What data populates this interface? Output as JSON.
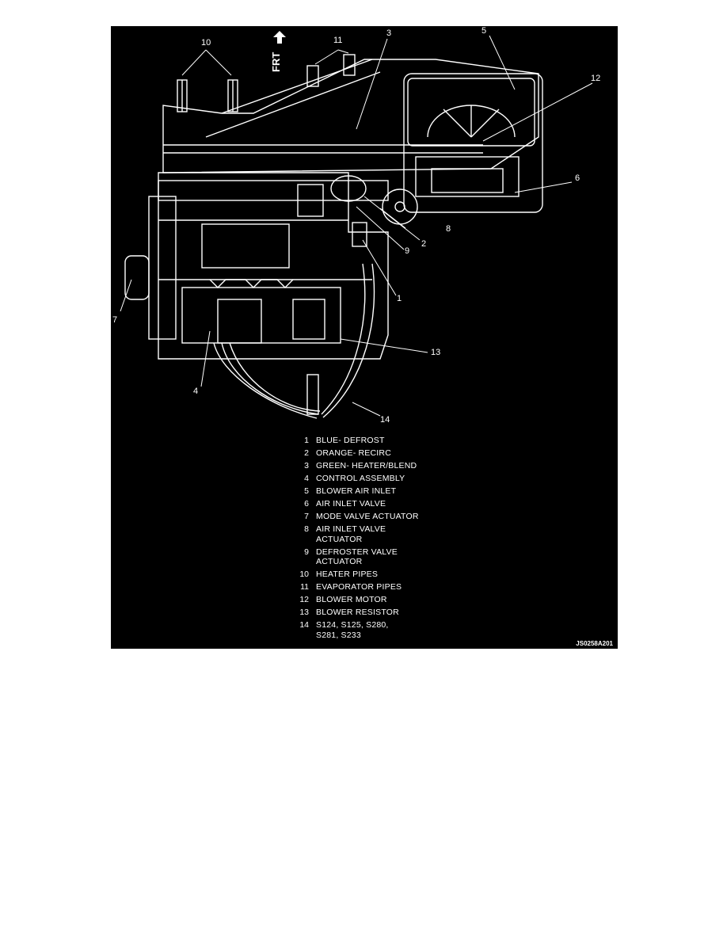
{
  "figure": {
    "front_label": "FRT",
    "image_code": "JS0258A201",
    "callouts": [
      "10",
      "11",
      "3",
      "5",
      "12",
      "6",
      "8",
      "2",
      "9",
      "1",
      "7",
      "13",
      "4",
      "14"
    ]
  },
  "legend": [
    {
      "num": "1",
      "text": "BLUE- DEFROST"
    },
    {
      "num": "2",
      "text": "ORANGE- RECIRC"
    },
    {
      "num": "3",
      "text": "GREEN- HEATER/BLEND"
    },
    {
      "num": "4",
      "text": "CONTROL ASSEMBLY"
    },
    {
      "num": "5",
      "text": "BLOWER AIR INLET"
    },
    {
      "num": "6",
      "text": "AIR INLET VALVE"
    },
    {
      "num": "7",
      "text": "MODE VALVE ACTUATOR"
    },
    {
      "num": "8",
      "text": "AIR INLET VALVE\nACTUATOR"
    },
    {
      "num": "9",
      "text": "DEFROSTER VALVE\nACTUATOR"
    },
    {
      "num": "10",
      "text": "HEATER PIPES"
    },
    {
      "num": "11",
      "text": "EVAPORATOR PIPES"
    },
    {
      "num": "12",
      "text": "BLOWER MOTOR"
    },
    {
      "num": "13",
      "text": "BLOWER RESISTOR"
    },
    {
      "num": "14",
      "text": "S124, S125, S280,\nS281, S233"
    }
  ],
  "colors": {
    "background": "#000000",
    "ink": "#ffffff"
  }
}
